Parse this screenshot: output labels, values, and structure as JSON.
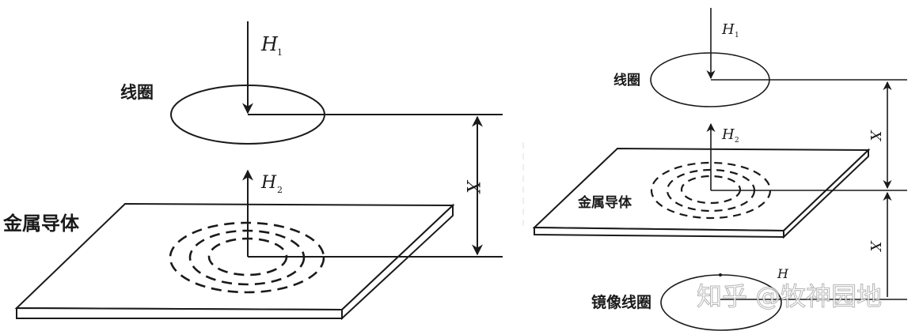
{
  "left_panel": {
    "coil_label": "线圈",
    "conductor_label": "金属导体",
    "h1": {
      "symbol": "H",
      "subscript": "1"
    },
    "h2": {
      "symbol": "H",
      "subscript": "2"
    },
    "distance_label": "X"
  },
  "right_panel": {
    "coil_label": "线圈",
    "conductor_label": "金属导体",
    "image_coil_label": "镜像线圈",
    "h1": {
      "symbol": "H",
      "subscript": "1"
    },
    "h2": {
      "symbol": "H",
      "subscript": "2"
    },
    "h_image": {
      "symbol": "H"
    },
    "distance_label_upper": "X",
    "distance_label_lower": "X"
  },
  "watermark": "知乎 @牧神园地",
  "colors": {
    "line": "#1a1a1a",
    "background": "#ffffff"
  }
}
